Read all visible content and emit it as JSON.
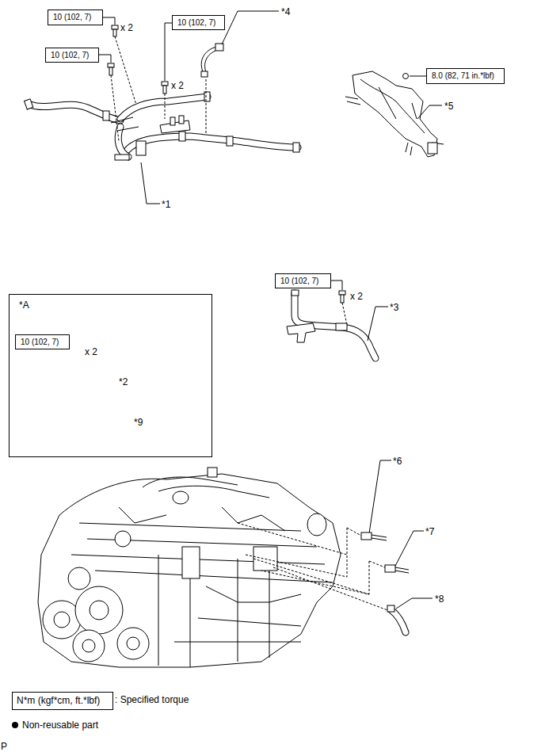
{
  "diagram": {
    "nodes": [
      {
        "text": [
          "10 (102, 7)"
        ]
      },
      {
        "text": [
          "10 (102, 7)"
        ]
      },
      {
        "text": [
          "10 (102, 7)"
        ]
      },
      {
        "text": [
          "8.0 (82, 71 in.*lbf)"
        ]
      },
      {
        "text": [
          "10 (102, 7)"
        ]
      },
      {
        "text": [
          "*A"
        ]
      },
      {
        "text": [
          "10 (102, 7)"
        ],
        "in": 5
      },
      {
        "text": [
          "N*m (kgf*cm, ft.*lbf)"
        ]
      }
    ],
    "edges": [],
    "labels": [
      "x 2",
      "*4",
      "x 2",
      "*5",
      "*1",
      "x 2",
      "*3",
      "x 2",
      "*2",
      "*9",
      "*6",
      "*7",
      "*8",
      "P"
    ],
    "legend": [
      {
        "text": ": Specified torque"
      },
      {
        "text": "Non-reusable part"
      }
    ]
  }
}
